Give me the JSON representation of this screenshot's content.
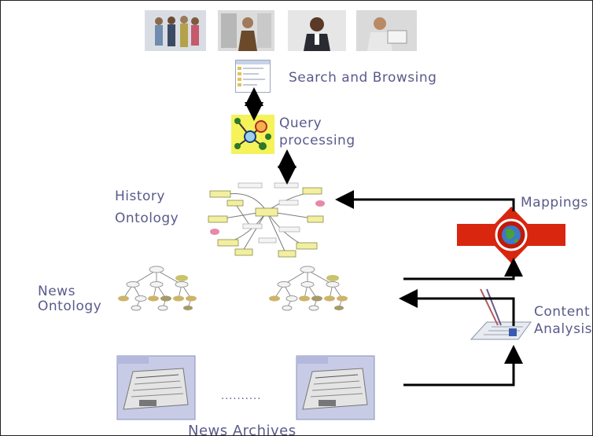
{
  "labels": {
    "search_browsing": "Search and Browsing",
    "query_line1": "Query",
    "query_line2": "processing",
    "history_line1": "History",
    "history_line2": "Ontology",
    "news_line1": "News",
    "news_line2": "Ontology",
    "mappings": "Mappings",
    "content_line1": "Content",
    "content_line2": "Analysis",
    "news_archives": "News Archives",
    "ellipsis": ".........."
  },
  "colors": {
    "label_text": "#5a5a8c",
    "arrow": "#000000",
    "mappings_badge": "#d8260f",
    "query_bg": "#f5f25a"
  }
}
